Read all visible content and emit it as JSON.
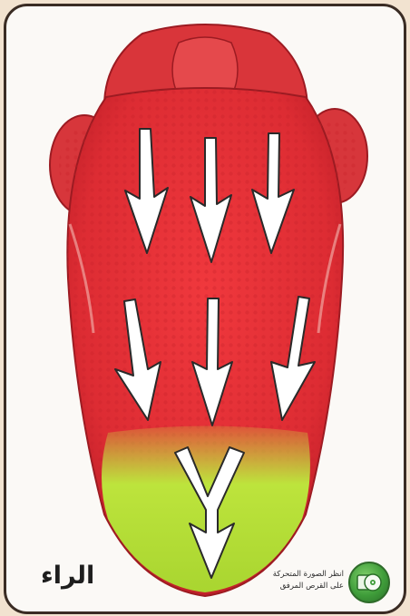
{
  "card": {
    "letter_name": "الراء",
    "cd_note_line1": "انظر الصورة المتحركة",
    "cd_note_line2": "على القرص المرفق",
    "icon": "cd-disc-icon"
  },
  "illustration": {
    "subject": "tongue-diagram",
    "arrow_count": 7,
    "colors": {
      "tongue": "#e8323a",
      "tongue_dark": "#c4202a",
      "highlight_zone": "#b7e23c",
      "arrow_fill": "#ffffff",
      "arrow_outline": "#2a2a2a",
      "frame": "#3a2c24"
    }
  }
}
